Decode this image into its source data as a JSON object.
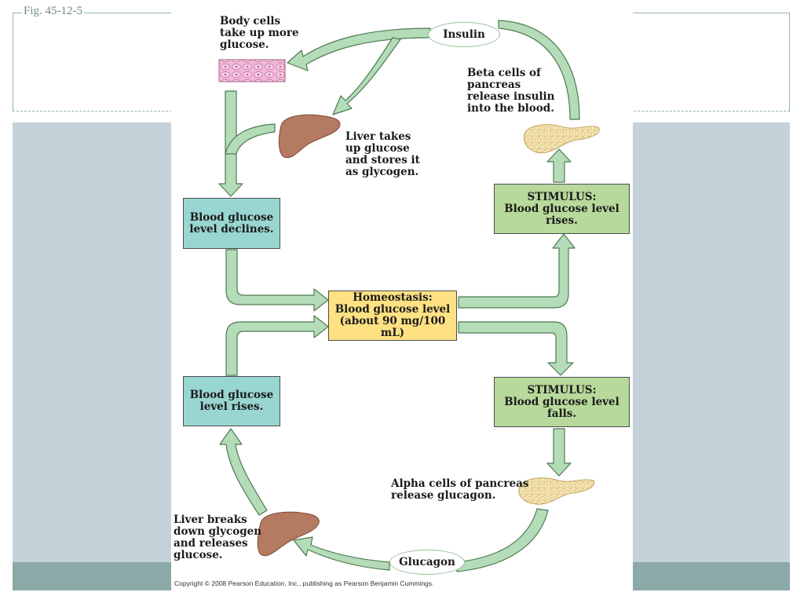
{
  "slide": {
    "fig_label": "Fig. 45-12-5",
    "copyright": "Copyright © 2008 Pearson Education, Inc., publishing as Pearson Benjamin Cummings."
  },
  "diagram": {
    "insulin_oval": "Insulin",
    "glucagon_oval": "Glucagon",
    "body_cells_text": "Body cells\ntake up more\nglucose.",
    "liver_takes_text": "Liver takes\nup glucose\nand stores it\nas glycogen.",
    "beta_cells_text": "Beta cells of\npancreas\nrelease insulin\ninto the blood.",
    "box_declines": "Blood glucose\nlevel declines.",
    "box_rises_stimulus": "STIMULUS:\nBlood glucose level\nrises.",
    "box_homeostasis": "Homeostasis:\nBlood glucose level\n(about 90 mg/100 mL)",
    "box_level_rises": "Blood glucose\nlevel rises.",
    "box_falls_stimulus": "STIMULUS:\nBlood glucose level\nfalls.",
    "alpha_cells_text": "Alpha cells of pancreas\nrelease glucagon.",
    "liver_breaks_text": "Liver breaks\ndown glycogen\nand releases\nglucose."
  },
  "colors": {
    "arrow_fill": "#b5dcb8",
    "arrow_stroke": "#4f7a52",
    "teal_box": "#99d5d1",
    "green_box": "#b7d99b",
    "yellow_box": "#fde183",
    "liver": "#b57a62",
    "pancreas": "#f2dfa8",
    "slide_band": "#c5d2da",
    "slide_footer": "#8aa9a7"
  }
}
